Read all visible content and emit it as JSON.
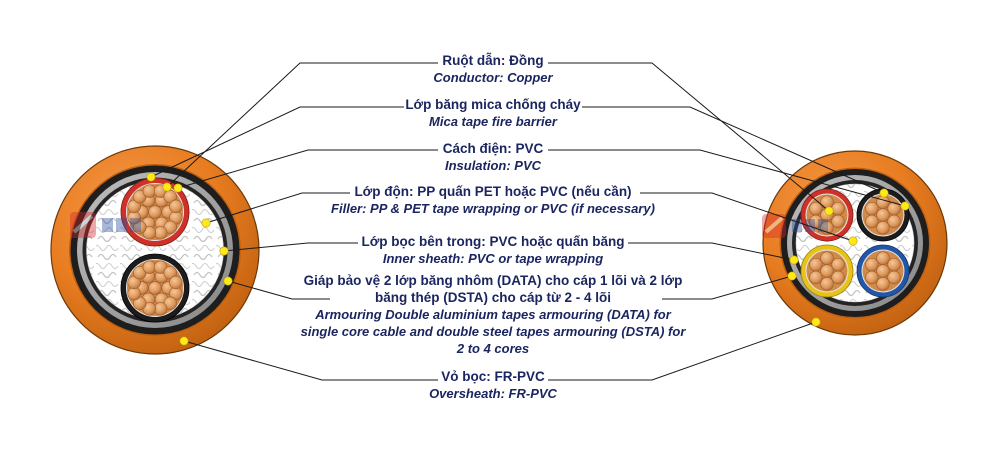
{
  "diagram": {
    "type": "cable-cross-section",
    "labels": [
      {
        "vi": "Ruột dẫn: Đồng",
        "en": "Conductor: Copper"
      },
      {
        "vi": "Lớp băng mica chống cháy",
        "en": "Mica tape fire barrier"
      },
      {
        "vi": "Cách điện: PVC",
        "en": "Insulation: PVC"
      },
      {
        "vi": "Lớp độn: PP quấn PET hoặc PVC (nếu cần)",
        "en": "Filler: PP & PET tape wrapping or PVC (if necessary)"
      },
      {
        "vi": "Lớp bọc bên trong: PVC hoặc quấn băng",
        "en": "Inner sheath: PVC or tape wrapping"
      },
      {
        "vi": "Giáp bảo vệ 2 lớp băng nhôm (DATA) cho cáp 1 lõi và 2 lớp băng thép (DSTA) cho cáp từ 2 - 4 lõi",
        "en": "Armouring Double aluminium tapes armouring (DATA) for single core cable and double steel tapes armouring (DSTA) for 2 to 4 cores"
      },
      {
        "vi": "Vỏ bọc: FR-PVC",
        "en": "Oversheath: FR-PVC"
      }
    ],
    "cables": {
      "left": {
        "cores": 2,
        "core_ring_colors": [
          "red",
          "black"
        ]
      },
      "right": {
        "cores": 4,
        "core_ring_colors": [
          "red",
          "black",
          "yellow",
          "blue"
        ]
      }
    },
    "colors": {
      "text_navy": "#1b2660",
      "sheath_orange": "#e87c20",
      "armour_grey": "#9a9a9a",
      "inner_black": "#1e1e1e",
      "copper": "#dd9a5f",
      "ring_red": "#cf3129",
      "ring_black": "#1c1c1c",
      "ring_yellow": "#e6c319",
      "ring_blue": "#2156a8",
      "marker_yellow": "#ffe81a"
    }
  }
}
